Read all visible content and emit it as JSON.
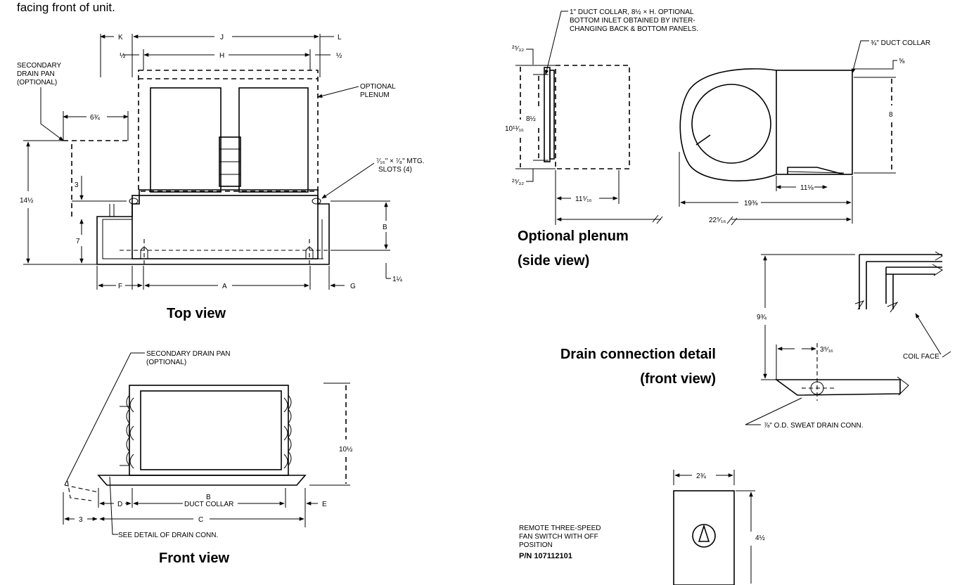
{
  "intro_text": "facing front of unit.",
  "captions": {
    "top_view": "Top view",
    "front_view": "Front view",
    "plenum_line1": "Optional plenum",
    "plenum_line2": "(side view)",
    "drain_line1": "Drain connection detail",
    "drain_line2": "(front view)"
  },
  "top_view": {
    "secondary_drain_pan": [
      "SECONDARY",
      "DRAIN PAN",
      "(OPTIONAL)"
    ],
    "optional_plenum": [
      "OPTIONAL",
      "PLENUM"
    ],
    "mtg_slots": [
      "⁷⁄₁₆\" × ⁷⁄₈\" MTG.",
      "SLOTS (4)"
    ],
    "dims": {
      "K": "K",
      "J": "J",
      "L": "L",
      "H": "H",
      "half_left": "½",
      "half_right": "½",
      "six_three_quarters": "6¾",
      "fourteen_half": "14½",
      "three": "3",
      "seven": "7",
      "B": "B",
      "A": "A",
      "F": "F",
      "G": "G",
      "one_quarter": "1¼"
    }
  },
  "front_view": {
    "secondary_drain_pan": [
      "SECONDARY DRAIN PAN",
      "(OPTIONAL)"
    ],
    "ten_half": "10½",
    "B": "B",
    "duct_collar": "DUCT COLLAR",
    "D": "D",
    "E": "E",
    "C": "C",
    "three": "3",
    "see_detail": "SEE DETAIL OF DRAIN CONN."
  },
  "plenum_view": {
    "note": [
      "1\" DUCT COLLAR, 8½ × H. OPTIONAL",
      "BOTTOM INLET OBTAINED BY INTER-",
      "CHANGING BACK & BOTTOM PANELS."
    ],
    "quarter_duct_collar": "¾\" DUCT COLLAR",
    "five_eighths": "⅝",
    "eight": "8",
    "top_small": "²⁵⁄₃₂",
    "bottom_small": "²⁵⁄₃₂",
    "eight_half": "8½",
    "ten_eleven_sixteenths": "10¹¹⁄₁₆",
    "eleven_five_sixteenths": "11⁵⁄₁₆",
    "eleven_eighth": "11⅛",
    "nineteen_three_eighths": "19⅜",
    "twenty_two": "22⁵⁄₁₆"
  },
  "drain_view": {
    "nine_three_quarters": "9¾",
    "three_nine_sixteenths": "3⁹⁄₁₆",
    "coil_face": "COIL FACE",
    "sweat_drain": "⅞\" O.D. SWEAT DRAIN CONN."
  },
  "switch_view": {
    "width": "2¾",
    "height": "4½",
    "label": [
      "REMOTE THREE-SPEED",
      "FAN SWITCH WITH OFF",
      "POSITION"
    ],
    "part_number": "P/N 107112101"
  }
}
